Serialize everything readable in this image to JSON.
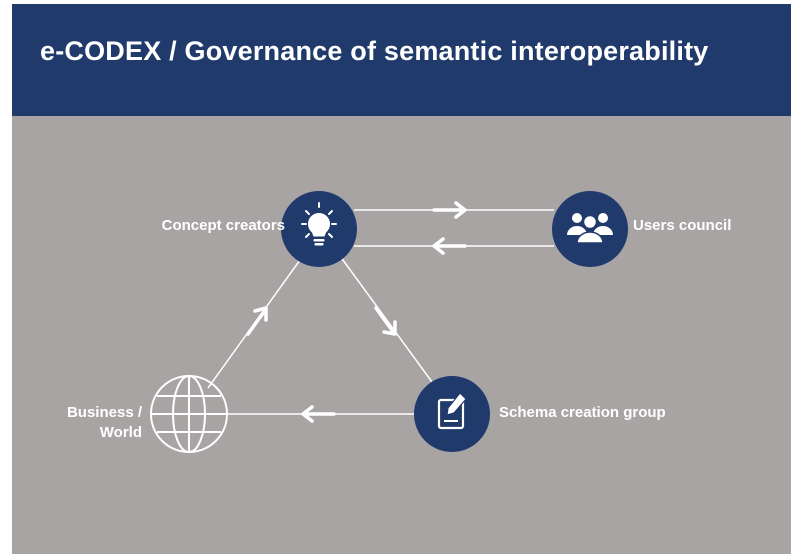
{
  "slide": {
    "title": "e-CODEX / Governance of semantic interoperability"
  },
  "nodes": {
    "concept_creators": {
      "label": "Concept creators",
      "icon": "lightbulb-icon"
    },
    "users_council": {
      "label": "Users council",
      "icon": "users-group-icon"
    },
    "schema_creation_group": {
      "label": "Schema creation group",
      "icon": "document-edit-icon"
    },
    "business_world": {
      "label_line1": "Business /",
      "label_line2": "World",
      "icon": "globe-icon"
    }
  },
  "colors": {
    "header": "#213a6c",
    "background": "#a8a4a4",
    "node_fill": "#213a6c",
    "line": "#ffffff"
  }
}
